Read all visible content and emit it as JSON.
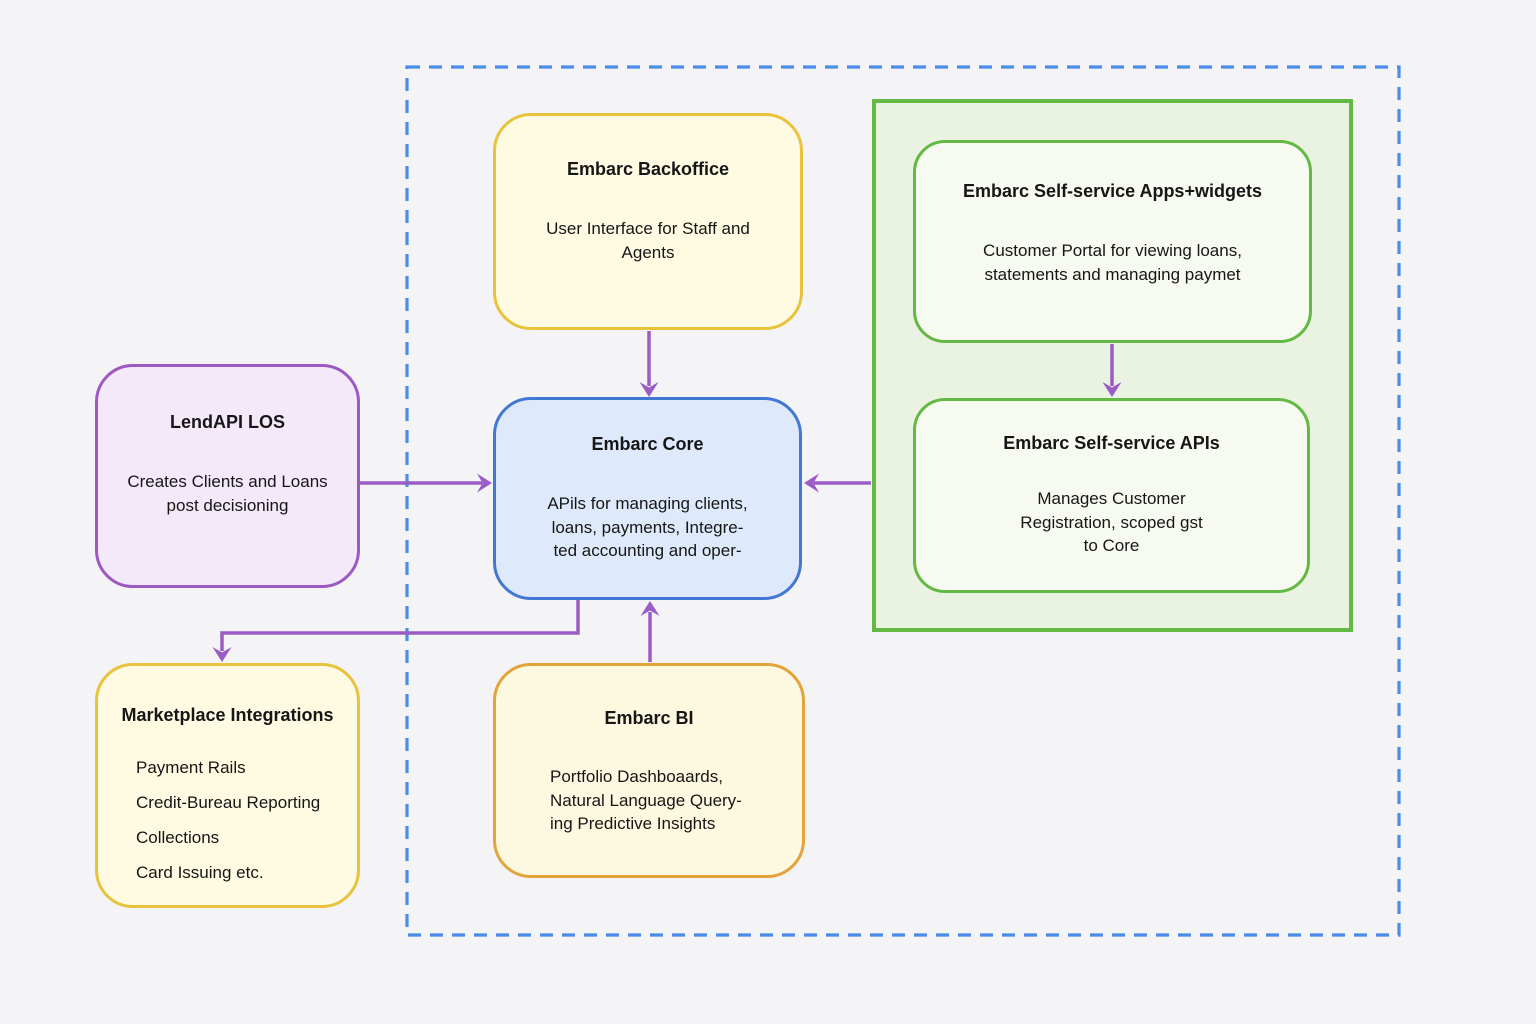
{
  "diagram": {
    "colors": {
      "background": "#f4f4f6",
      "dashed_boundary": "#4a8ce8",
      "arrow": "#9b5cc6",
      "yellow_border": "#e8c33e",
      "yellow_fill": "#fefbe2",
      "orange_border": "#e2a43b",
      "orange_fill": "#fdf8e0",
      "purple_border": "#9c59c4",
      "purple_fill": "#f3e9f9",
      "blue_border": "#4377d4",
      "blue_fill": "#deeafb",
      "green_border": "#63b944",
      "green_container_fill": "#eaf2e1",
      "green_box_fill": "#f6faf0",
      "text": "#161616"
    },
    "nodes": {
      "backoffice": {
        "title": "Embarc Backoffice",
        "body_lines": [
          "User Interface for Staff and",
          "Agents"
        ]
      },
      "apps_widgets": {
        "title": "Embarc Self-service Apps+widgets",
        "body_lines": [
          "Customer Portal for viewing loans,",
          "statements and managing paymet"
        ]
      },
      "lendapi": {
        "title": "LendAPI LOS",
        "body_lines": [
          "Creates Clients and Loans",
          "post decisioning"
        ]
      },
      "core": {
        "title": "Embarc Core",
        "body_lines": [
          "APils for managing clients,",
          "loans, payments, Integre-",
          "ted accounting and oper-"
        ]
      },
      "self_service_apis": {
        "title": "Embarc Self-service APIs",
        "body_lines": [
          "Manages Customer",
          "Registration, scoped gst",
          "to Core"
        ]
      },
      "marketplace": {
        "title": "Marketplace Integrations",
        "items": [
          "Payment Rails",
          "Credit-Bureau Reporting",
          "Collections",
          "Card Issuing etc."
        ]
      },
      "bi": {
        "title": "Embarc BI",
        "body_lines": [
          "Portfolio Dashboaards,",
          "Natural Language Query-",
          "ing Predictive Insights"
        ]
      }
    },
    "edges": [
      "Embarc Backoffice -> Embarc Core",
      "LendAPI LOS -> Embarc Core",
      "Embarc Self-service Apps+widgets -> Embarc Self-service APIs",
      "Embarc Self-service (container) -> Embarc Core",
      "Embarc Core -> Marketplace Integrations",
      "Embarc BI -> Embarc Core"
    ]
  }
}
